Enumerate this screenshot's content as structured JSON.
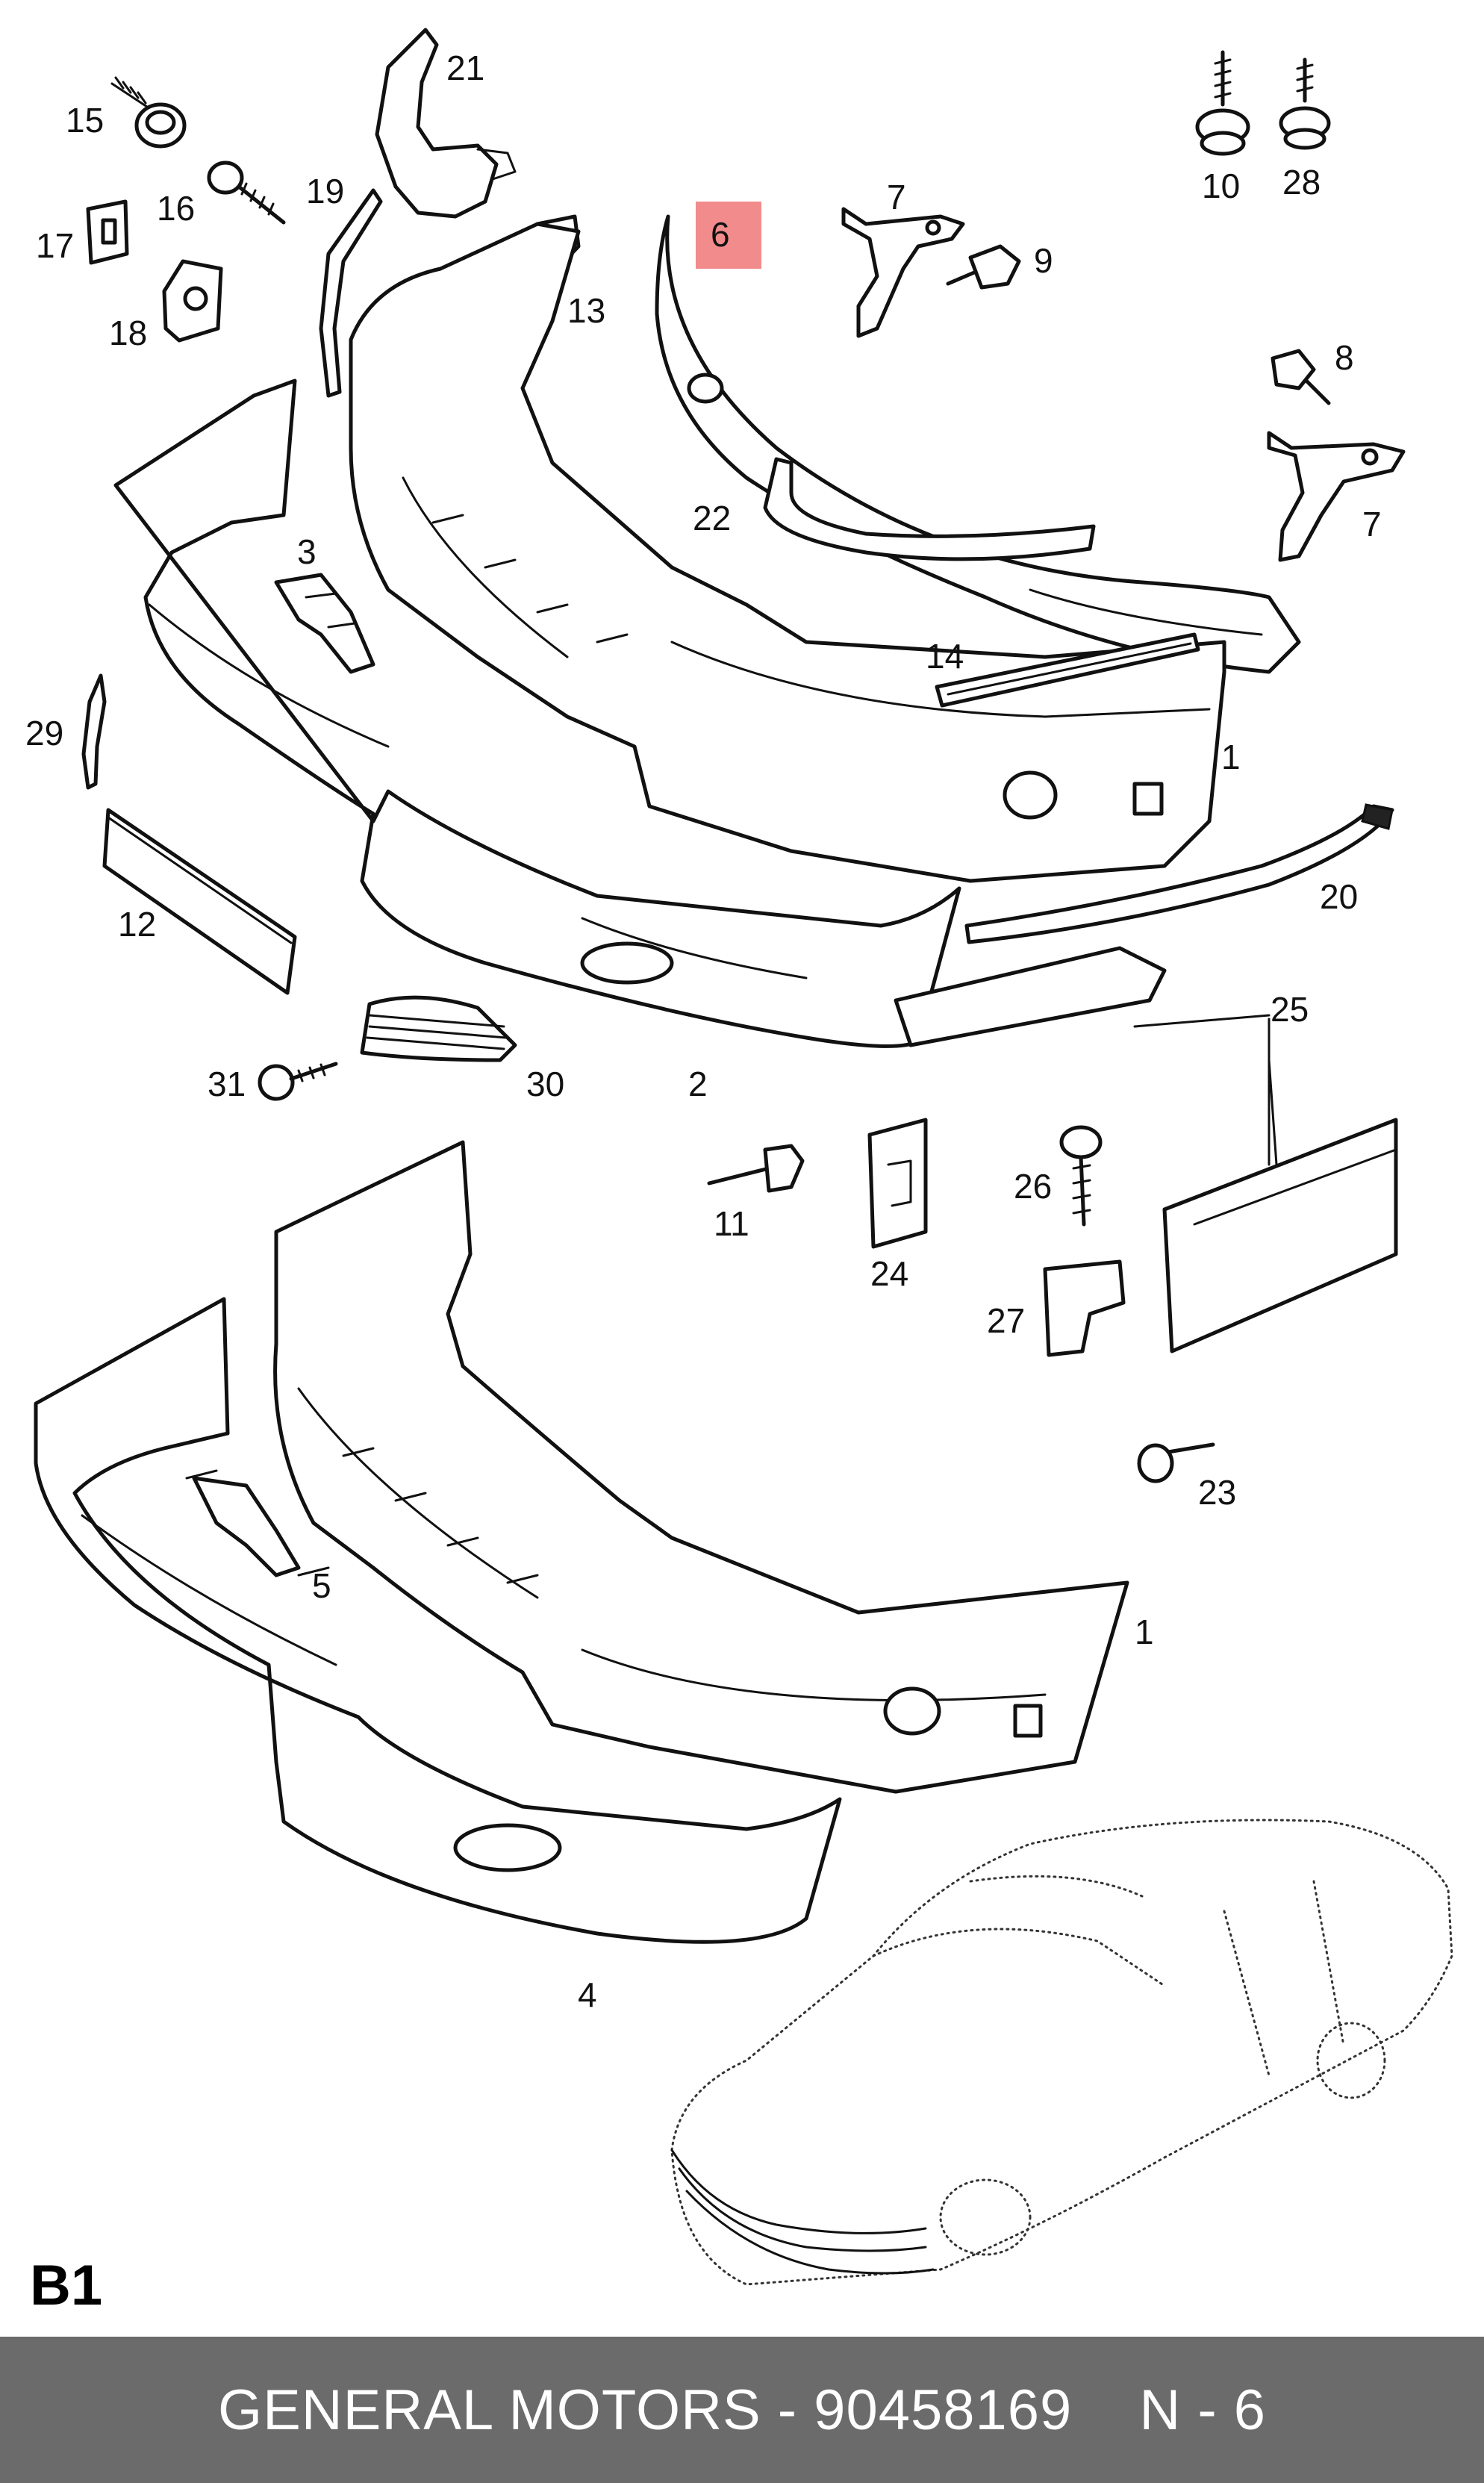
{
  "diagram": {
    "section_label": "B1",
    "highlight_color": "#f28b8b",
    "highlighted_part": "6",
    "callouts": {
      "c1a": "1",
      "c1b": "1",
      "c2": "2",
      "c3": "3",
      "c4": "4",
      "c5": "5",
      "c6": "6",
      "c7a": "7",
      "c7b": "7",
      "c8": "8",
      "c9": "9",
      "c10": "10",
      "c11": "11",
      "c12": "12",
      "c13": "13",
      "c14": "14",
      "c15": "15",
      "c16": "16",
      "c17": "17",
      "c18": "18",
      "c19": "19",
      "c20": "20",
      "c21": "21",
      "c22": "22",
      "c23": "23",
      "c24": "24",
      "c25": "25",
      "c26": "26",
      "c27": "27",
      "c28": "28",
      "c29": "29",
      "c30": "30",
      "c31": "31"
    }
  },
  "footer": {
    "brand_part": "GENERAL MOTORS - 90458169",
    "position": "N - 6",
    "background": "#6b6b6b"
  }
}
